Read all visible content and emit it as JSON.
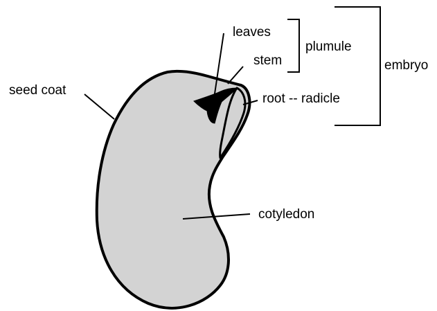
{
  "diagram": {
    "labels": {
      "leaves": "leaves",
      "stem": "stem",
      "plumule": "plumule",
      "embryo": "embryo",
      "seed_coat": "seed coat",
      "root_radicle": "root -- radicle",
      "cotyledon": "cotyledon"
    },
    "colors": {
      "seed_fill": "#d3d3d3",
      "outline": "#000000",
      "background": "#ffffff"
    }
  }
}
